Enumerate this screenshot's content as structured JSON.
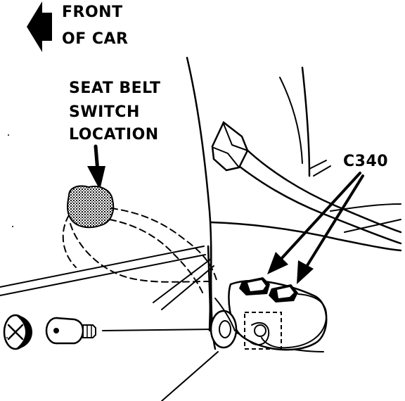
{
  "diagram": {
    "front_label_line1": "FRONT",
    "front_label_line2": "OF CAR",
    "switch_label_line1": "SEAT BELT",
    "switch_label_line2": "SWITCH",
    "switch_label_line3": "LOCATION",
    "connector_label": "C340"
  },
  "colors": {
    "ink": "#000000",
    "paper": "#ffffff"
  },
  "icons": [
    "front-direction-arrow-icon"
  ]
}
